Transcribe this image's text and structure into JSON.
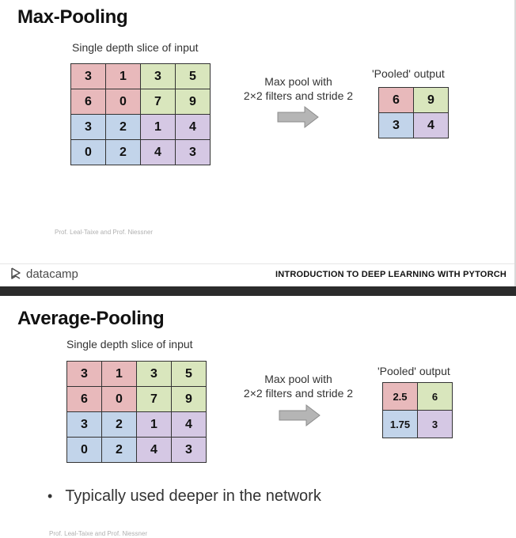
{
  "slide1": {
    "title": "Max-Pooling",
    "input_caption": "Single depth slice of input",
    "input_grid": [
      [
        "3",
        "1",
        "3",
        "5"
      ],
      [
        "6",
        "0",
        "7",
        "9"
      ],
      [
        "3",
        "2",
        "1",
        "4"
      ],
      [
        "0",
        "2",
        "4",
        "3"
      ]
    ],
    "op_line1": "Max pool with",
    "op_line2": "2×2 filters and stride 2",
    "output_caption": "'Pooled' output",
    "output_grid": [
      [
        "6",
        "9"
      ],
      [
        "3",
        "4"
      ]
    ],
    "credit": "Prof. Leal-Taixe and Prof. Niessner",
    "logo_text": "datacamp",
    "course_title": "INTRODUCTION TO DEEP LEARNING WITH PYTORCH"
  },
  "slide2": {
    "title": "Average-Pooling",
    "input_caption": "Single depth slice of input",
    "input_grid": [
      [
        "3",
        "1",
        "3",
        "5"
      ],
      [
        "6",
        "0",
        "7",
        "9"
      ],
      [
        "3",
        "2",
        "1",
        "4"
      ],
      [
        "0",
        "2",
        "4",
        "3"
      ]
    ],
    "op_line1": "Max pool with",
    "op_line2": "2×2 filters and stride 2",
    "output_caption": "'Pooled' output",
    "output_grid": [
      [
        "2.5",
        "6"
      ],
      [
        "1.75",
        "3"
      ]
    ],
    "bullet": "Typically used deeper in the network",
    "credit": "Prof. Leal-Taixe and Prof. Niessner"
  },
  "colors": {
    "top_left": "#e8b9bb",
    "top_right": "#d9e6bd",
    "bottom_left": "#c2d4ea",
    "bottom_right": "#d5c8e4"
  },
  "icons": {
    "arrow": "right-arrow-icon",
    "logo": "datacamp-logo-icon"
  }
}
